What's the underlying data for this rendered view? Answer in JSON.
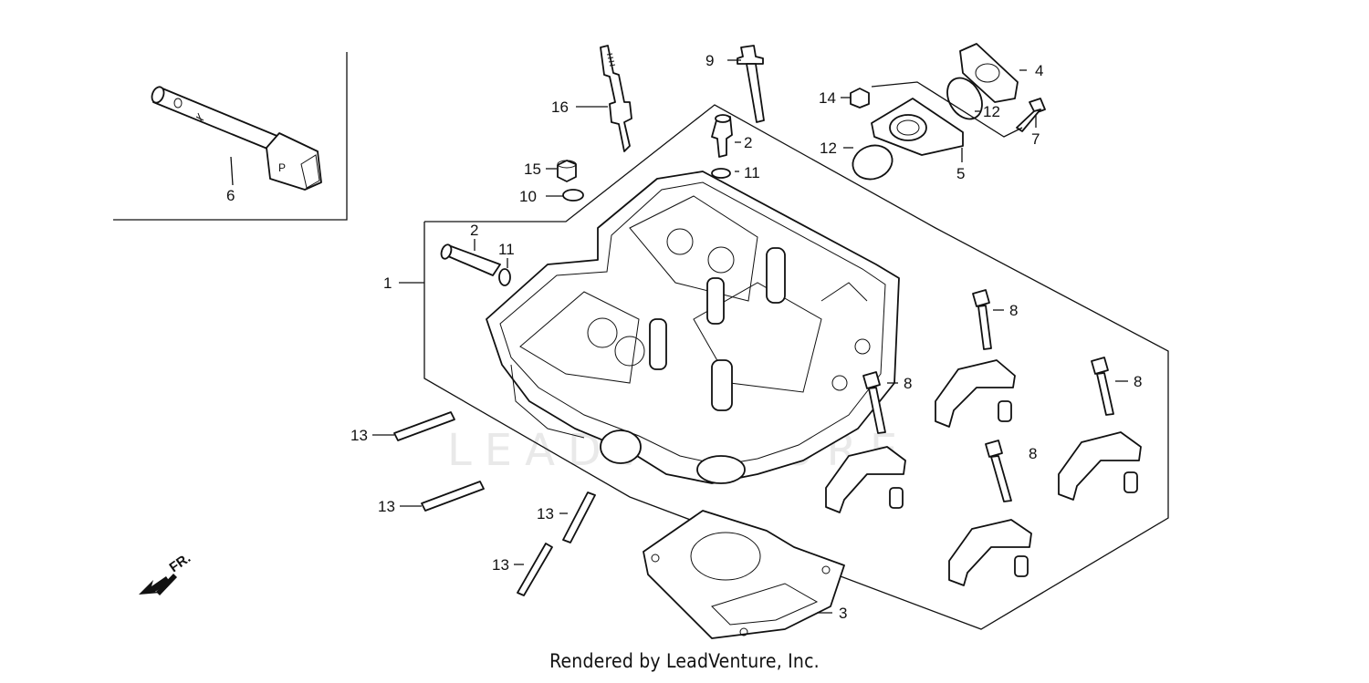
{
  "diagram": {
    "watermark": "LEADVENTURE",
    "footer": "Rendered by LeadVenture, Inc.",
    "direction_marker": "FR.",
    "callouts": [
      {
        "id": "c1",
        "text": "1"
      },
      {
        "id": "c2a",
        "text": "2"
      },
      {
        "id": "c2b",
        "text": "2"
      },
      {
        "id": "c3",
        "text": "3"
      },
      {
        "id": "c4",
        "text": "4"
      },
      {
        "id": "c5",
        "text": "5"
      },
      {
        "id": "c6",
        "text": "6"
      },
      {
        "id": "c7",
        "text": "7"
      },
      {
        "id": "c8a",
        "text": "8"
      },
      {
        "id": "c8b",
        "text": "8"
      },
      {
        "id": "c8c",
        "text": "8"
      },
      {
        "id": "c8d",
        "text": "8"
      },
      {
        "id": "c9",
        "text": "9"
      },
      {
        "id": "c10",
        "text": "10"
      },
      {
        "id": "c11a",
        "text": "11"
      },
      {
        "id": "c11b",
        "text": "11"
      },
      {
        "id": "c12a",
        "text": "12"
      },
      {
        "id": "c12b",
        "text": "12"
      },
      {
        "id": "c13a",
        "text": "13"
      },
      {
        "id": "c13b",
        "text": "13"
      },
      {
        "id": "c13c",
        "text": "13"
      },
      {
        "id": "c13d",
        "text": "13"
      },
      {
        "id": "c14",
        "text": "14"
      },
      {
        "id": "c15",
        "text": "15"
      },
      {
        "id": "c16",
        "text": "16"
      }
    ]
  }
}
